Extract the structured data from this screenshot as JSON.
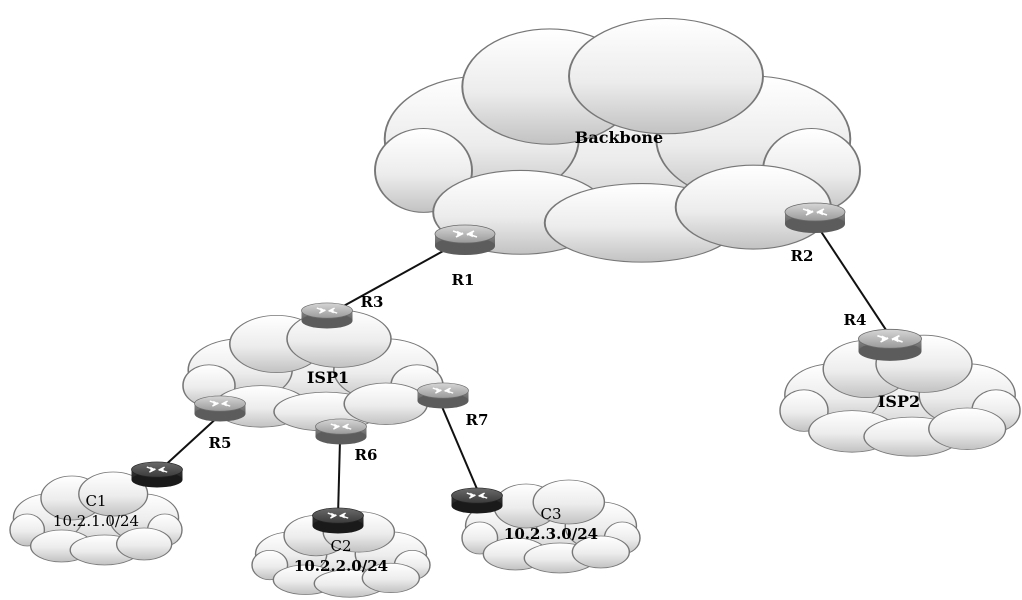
{
  "clouds": {
    "backbone": "Backbone",
    "isp1": "ISP1",
    "isp2": "ISP2",
    "c1": {
      "name": "C1",
      "subnet": "10.2.1.0/24"
    },
    "c2": {
      "name": "C2",
      "subnet": "10.2.2.0/24"
    },
    "c3": {
      "name": "C3",
      "subnet": "10.2.3.0/24"
    }
  },
  "routers": {
    "r1": "R1",
    "r2": "R2",
    "r3": "R3",
    "r4": "R4",
    "r5": "R5",
    "r6": "R6",
    "r7": "R7"
  },
  "colors": {
    "cloud_light": "#f7f7f7",
    "cloud_dark": "#bdbdbd",
    "cloud_stroke": "#6f6f6f",
    "router_top": "#c9c9c9",
    "router_side": "#7a7a7a",
    "router_dark_top": "#5a5a5a",
    "router_dark_side": "#2c2c2c",
    "link": "#111111"
  }
}
